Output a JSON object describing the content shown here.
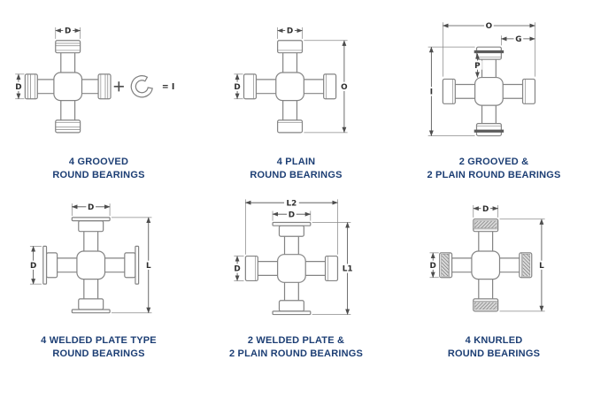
{
  "page": {
    "caption_color": "#1c3e74",
    "line_color": "#848484",
    "dim_color": "#4d4d4d",
    "label_color": "#2e2e2e"
  },
  "figures": [
    {
      "caption_line1": "4 GROOVED",
      "caption_line2": "ROUND BEARINGS",
      "labels": {
        "top": "D",
        "left": "D",
        "clip_equals": "= I"
      }
    },
    {
      "caption_line1": "4 PLAIN",
      "caption_line2": "ROUND BEARINGS",
      "labels": {
        "top": "D",
        "left": "D",
        "right": "O"
      }
    },
    {
      "caption_line1": "2 GROOVED &",
      "caption_line2": "2 PLAIN ROUND BEARINGS",
      "labels": {
        "top": "O",
        "g": "G",
        "left": "I",
        "p": "P"
      }
    },
    {
      "caption_line1": "4 WELDED PLATE TYPE",
      "caption_line2": "ROUND BEARINGS",
      "labels": {
        "top": "D",
        "left": "D",
        "right": "L"
      }
    },
    {
      "caption_line1": "2 WELDED PLATE &",
      "caption_line2": "2 PLAIN ROUND BEARINGS",
      "labels": {
        "top_outer": "L2",
        "top": "D",
        "left": "D",
        "right": "L1"
      }
    },
    {
      "caption_line1": "4 KNURLED",
      "caption_line2": "ROUND BEARINGS",
      "labels": {
        "top": "D",
        "left": "D",
        "right": "L"
      }
    }
  ]
}
